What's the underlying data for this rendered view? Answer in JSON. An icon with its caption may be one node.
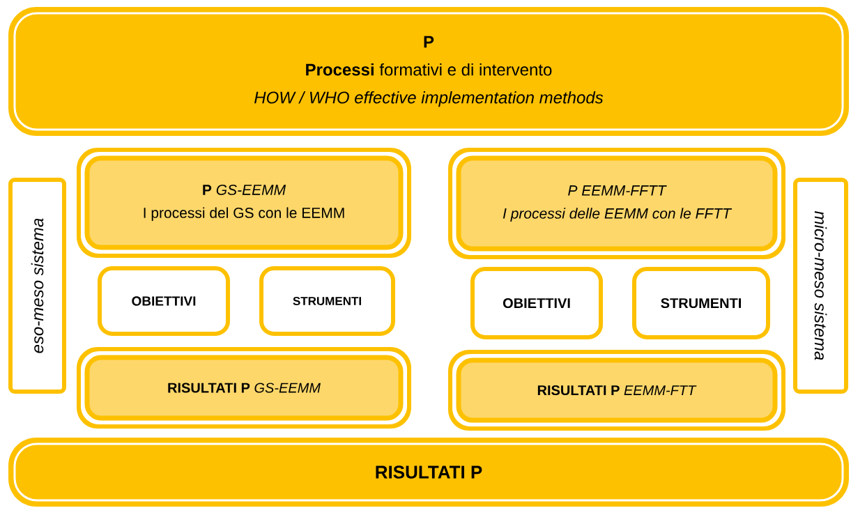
{
  "diagram": {
    "nodes": [
      {
        "text": [
          "P",
          "**Processi** formativi e di intervento",
          "HOW / WHO effective implementation methods"
        ]
      },
      {
        "text": [
          "eso-meso sistema"
        ]
      },
      {
        "text": [
          "**P** *GS-EEMM*",
          "I processi del GS con le EEMM"
        ]
      },
      {
        "text": [
          "OBIETTIVI"
        ]
      },
      {
        "text": [
          "STRUMENTI"
        ]
      },
      {
        "text": [
          "**RISULTATI P** *GS-EEMM*"
        ]
      },
      {
        "text": [
          "P EEMM-FFTT",
          "I processi delle EEMM con le FFTT"
        ]
      },
      {
        "text": [
          "OBIETTIVI"
        ]
      },
      {
        "text": [
          "STRUMENTI"
        ]
      },
      {
        "text": [
          "**RISULTATI P** *EEMM-FTT*"
        ]
      },
      {
        "text": [
          "micro-meso sistema"
        ]
      },
      {
        "text": [
          "RISULTATI P"
        ]
      }
    ]
  }
}
